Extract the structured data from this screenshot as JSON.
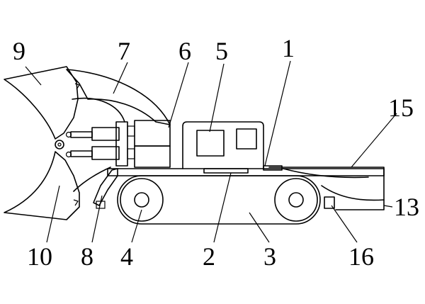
{
  "diagram": {
    "labels": {
      "l1": "1",
      "l2": "2",
      "l3": "3",
      "l4": "4",
      "l5": "5",
      "l6": "6",
      "l7": "7",
      "l8": "8",
      "l9": "9",
      "l10": "10",
      "l13": "13",
      "l15": "15",
      "l16": "16"
    }
  }
}
